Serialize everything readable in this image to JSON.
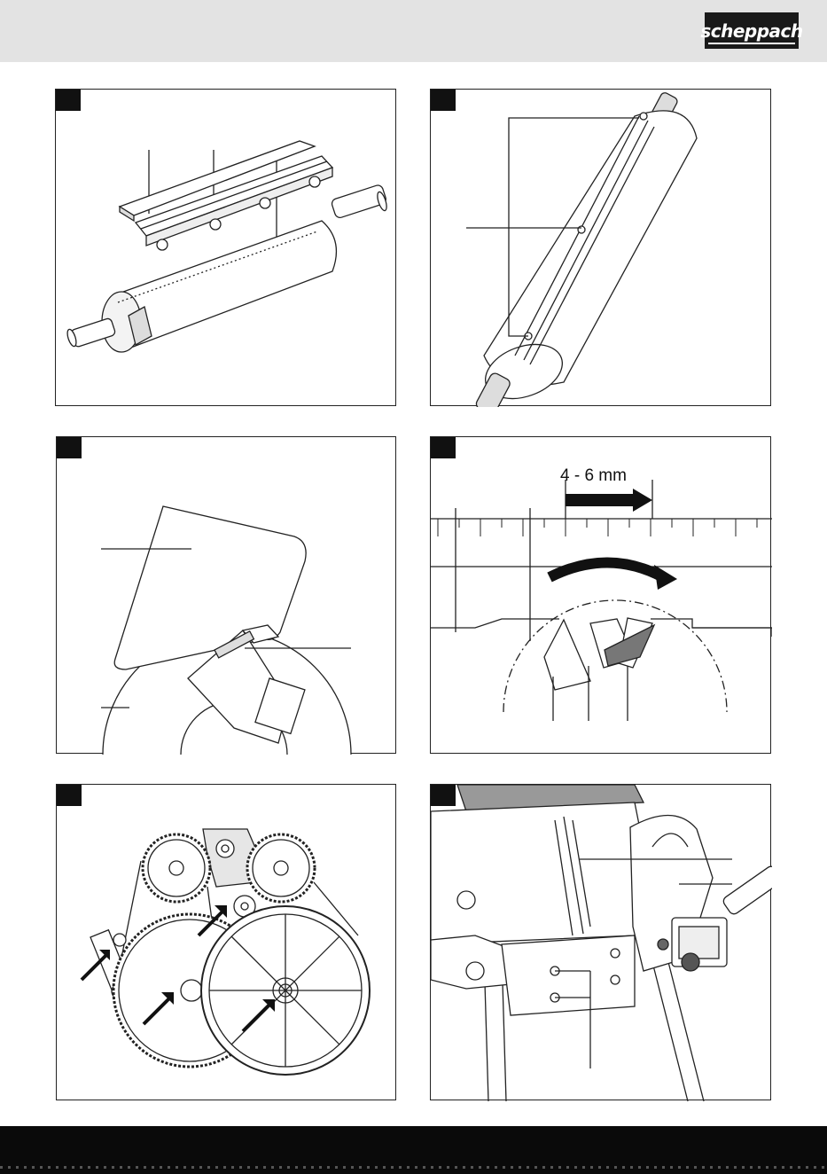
{
  "header": {
    "brand": "scheppach"
  },
  "figures": [
    {
      "id": "panel-1",
      "subject": "cutter-block-exploded"
    },
    {
      "id": "panel-2",
      "subject": "cutter-block-assembled"
    },
    {
      "id": "panel-3",
      "subject": "blade-gauge-on-roller"
    },
    {
      "id": "panel-4",
      "subject": "blade-height-setting",
      "dimension": "4 - 6 mm"
    },
    {
      "id": "panel-5",
      "subject": "belt-drive-pulleys"
    },
    {
      "id": "panel-6",
      "subject": "motor-and-belt-housing"
    }
  ],
  "colors": {
    "header_bg": "#e3e3e3",
    "logo_bg": "#1a1a1a",
    "footer_bg": "#0a0a0a",
    "line": "#222222"
  }
}
